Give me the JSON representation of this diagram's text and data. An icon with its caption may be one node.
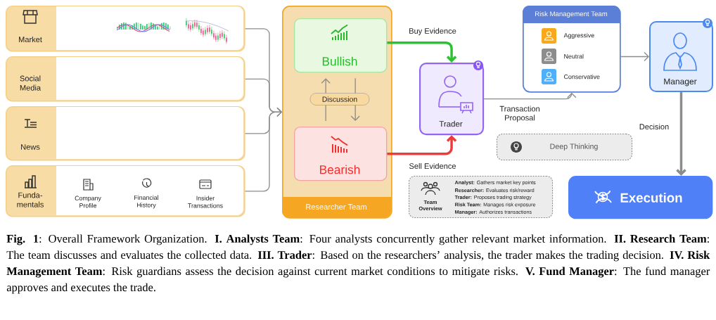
{
  "diagram": {
    "caption": "**Fig. 1**: Overall Framework Organization. **I. Analysts Team**: Four analysts concurrently gather relevant market information. **II. Research Team**: The team discusses and evaluates the collected data. **III. Trader**: Based on the researchers’ analysis, the trader makes the trading decision. **IV. Risk Management Team**: Risk guardians assess the decision against current market conditions to mitigate risks. **V. Fund Manager**: The fund manager approves and executes the trade.",
    "nodes": [
      {
        "text": [
          "Market"
        ]
      },
      {
        "text": [
          "Social Media"
        ]
      },
      {
        "text": [
          "News"
        ]
      },
      {
        "text": [
          "Funda- mentals",
          "Company Profile",
          "Financial History",
          "Insider Transactions"
        ]
      },
      {
        "text": [
          "Researcher Team"
        ]
      },
      {
        "text": [
          "Bullish"
        ],
        "in": 4
      },
      {
        "text": [
          "Bearish"
        ],
        "in": 4
      },
      {
        "text": [
          "Trader"
        ]
      },
      {
        "text": [
          "Risk Management Team",
          "Aggressive",
          "Neutral",
          "Conservative"
        ]
      },
      {
        "text": [
          "Manager"
        ]
      },
      {
        "text": [
          "Execution"
        ]
      },
      {
        "text": [
          "Deep Thinking"
        ]
      },
      {
        "text": [
          "Team Overview",
          "**Analyst:** Gathers market key points",
          "**Researcher:** Evaluates risk/reward",
          "**Trader:** Proposes trading strategy",
          "**Risk Team:** Manages risk exposure",
          "**Manager:** Authorizes transactions"
        ]
      }
    ],
    "edges": [
      {
        "from": 0,
        "to": 4,
        "arrow": "to"
      },
      {
        "from": 1,
        "to": 4,
        "arrow": "to"
      },
      {
        "from": 2,
        "to": 4,
        "arrow": "to"
      },
      {
        "from": 3,
        "to": 4,
        "arrow": "to"
      },
      {
        "from": 6,
        "to": 5,
        "arrow": "to",
        "label": "Discussion"
      },
      {
        "from": 5,
        "to": 6,
        "arrow": "to"
      },
      {
        "from": 5,
        "to": 7,
        "arrow": "to",
        "label": "Buy Evidence",
        "style": "thick",
        "color": "#2bc232"
      },
      {
        "from": 6,
        "to": 7,
        "arrow": "to",
        "label": "Sell Evidence",
        "style": "thick",
        "color": "#ee3a3a"
      },
      {
        "from": 7,
        "to": 8,
        "arrow": "to",
        "label": "Transaction Proposal"
      },
      {
        "from": 8,
        "to": 9,
        "arrow": "to"
      },
      {
        "from": 9,
        "to": 10,
        "arrow": "to",
        "label": "Decision",
        "style": "thick"
      }
    ]
  }
}
